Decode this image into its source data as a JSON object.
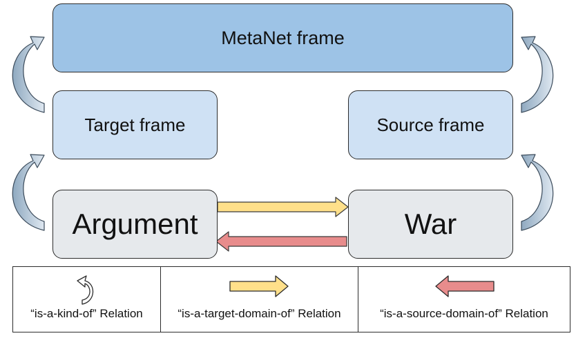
{
  "frames": {
    "metanet": "MetaNet frame",
    "target": "Target frame",
    "source": "Source frame",
    "argument": "Argument",
    "war": "War"
  },
  "legend": {
    "kind_of": "“is-a-kind-of” Relation",
    "target_domain": "“is-a-target-domain-of” Relation",
    "source_domain": "“is-a-source-domain-of” Relation"
  },
  "colors": {
    "metanet_fill": "#9dc3e6",
    "frame_fill": "#cfe1f4",
    "concept_fill": "#e6e9ec",
    "curved_arrow_fill": "#b7c9d9",
    "target_arrow_fill": "#ffe08a",
    "source_arrow_fill": "#e88c8c"
  }
}
